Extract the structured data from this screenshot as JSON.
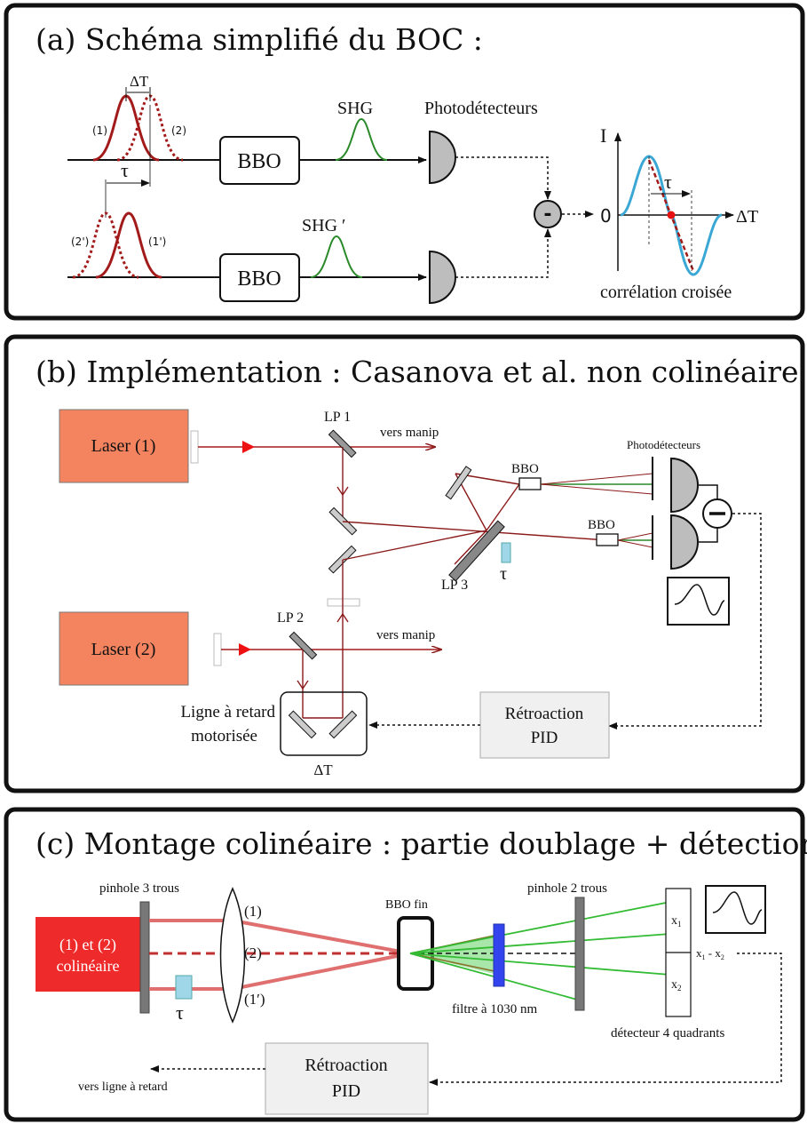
{
  "panels": {
    "a": {
      "title": "(a) Schéma simplifié du BOC :",
      "dt_top": "ΔT",
      "pulse_1": "(1)",
      "pulse_2": "(2)",
      "tau_top": "τ",
      "pulse_2p": "(2')",
      "pulse_1p": "(1')",
      "bbo_top": "BBO",
      "bbo_bottom": "BBO",
      "shg": "SHG",
      "shg_prime": "SHG ′",
      "photodetectors": "Photodétecteurs",
      "minus": "-",
      "axis_i": "I",
      "axis_zero": "0",
      "axis_dt": "ΔT",
      "tau_plot": "τ",
      "caption": "corrélation croisée"
    },
    "b": {
      "title": "(b) Implémentation : Casanova et al. non colinéaire",
      "laser1": "Laser (1)",
      "laser2": "Laser (2)",
      "lp1": "LP 1",
      "lp2": "LP 2",
      "lp3": "LP 3",
      "vers_manip_1": "vers manip",
      "vers_manip_2": "vers manip",
      "bbo1": "BBO",
      "bbo2": "BBO",
      "photodetectors": "Photodétecteurs",
      "tau": "τ",
      "delay_line_1": "Ligne à retard",
      "delay_line_2": "motorisée",
      "dt": "ΔT",
      "feedback_1": "Rétroaction",
      "feedback_2": "PID"
    },
    "c": {
      "title": "(c) Montage colinéaire : partie doublage + détection",
      "pinhole3": "pinhole 3 trous",
      "source_1": "(1) et (2)",
      "source_2": "colinéaire",
      "beam_1": "(1)",
      "beam_2": "(2)",
      "beam_1p": "(1′)",
      "tau": "τ",
      "bbo_thin": "BBO fin",
      "filter": "filtre à 1030 nm",
      "pinhole2": "pinhole 2 trous",
      "x1": "x",
      "x1_sub": "1",
      "x2": "x",
      "x2_sub": "2",
      "diff_a": "x",
      "diff_a_sub": "1",
      "diff_mid": " - x",
      "diff_b_sub": "2",
      "quad_detector": "détecteur 4 quadrants",
      "feedback_1": "Rétroaction",
      "feedback_2": "PID",
      "to_delay": "vers ligne à retard"
    }
  },
  "colors": {
    "pulse_red": "#a31a1a",
    "beam_dark_red": "#8b1a1a",
    "beam_light_red": "#e07070",
    "shg_green": "#2a8a2a",
    "laser_box": "#f4845f",
    "source_red": "#ee2a2a",
    "cross_corr_blue": "#3aa7d4",
    "filter_blue": "#3344ee",
    "tau_plate": "#9fd6e8",
    "detector_grey": "#bdbdbd",
    "feedback_box": "#f0f0f0"
  }
}
